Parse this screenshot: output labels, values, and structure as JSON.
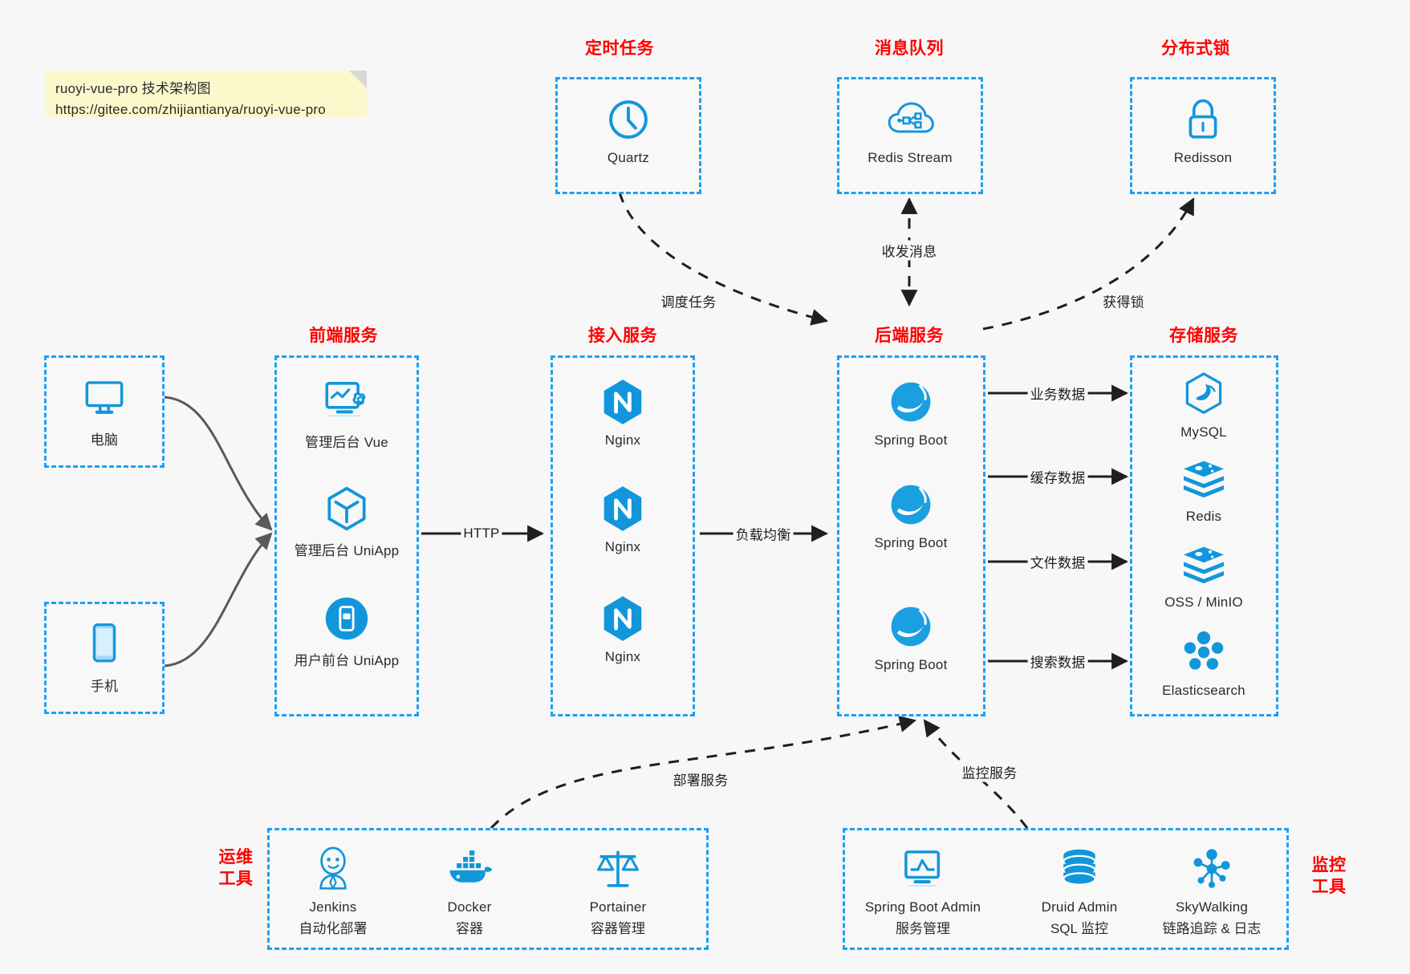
{
  "note": {
    "line1": "ruoyi-vue-pro 技术架构图",
    "line2": "https://gitee.com/zhijiantianya/ruoyi-vue-pro"
  },
  "colors": {
    "box_border": "#1ba1f2",
    "group_title": "#ff0000",
    "icon_blue": "#1296db",
    "edge_solid": "#1f1f1f",
    "edge_dashed": "#1f1f1f",
    "client_edge": "#555555",
    "note_bg": "#fbf8cc",
    "canvas_bg": "#f7f7f7"
  },
  "groups": {
    "scheduler": {
      "title": "定时任务"
    },
    "mq": {
      "title": "消息队列"
    },
    "lock": {
      "title": "分布式锁"
    },
    "frontend": {
      "title": "前端服务"
    },
    "gateway": {
      "title": "接入服务"
    },
    "backend": {
      "title": "后端服务"
    },
    "storage": {
      "title": "存储服务"
    },
    "devops": {
      "title_line1": "运维",
      "title_line2": "工具"
    },
    "monitor": {
      "title_line1": "监控",
      "title_line2": "工具"
    }
  },
  "clients": [
    {
      "label": "电脑",
      "icon": "desktop-monitor-icon"
    },
    {
      "label": "手机",
      "icon": "mobile-phone-icon"
    }
  ],
  "scheduler_nodes": [
    {
      "label": "Quartz",
      "icon": "clock-icon"
    }
  ],
  "mq_nodes": [
    {
      "label": "Redis Stream",
      "icon": "cloud-stream-icon"
    }
  ],
  "lock_nodes": [
    {
      "label": "Redisson",
      "icon": "padlock-icon"
    }
  ],
  "frontend_nodes": [
    {
      "label": "管理后台 Vue",
      "icon": "dashboard-gear-icon"
    },
    {
      "label": "管理后台 UniApp",
      "icon": "cube-icon"
    },
    {
      "label": "用户前台 UniApp",
      "icon": "phone-app-icon"
    }
  ],
  "gateway_nodes": [
    {
      "label": "Nginx",
      "icon": "nginx-icon"
    },
    {
      "label": "Nginx",
      "icon": "nginx-icon"
    },
    {
      "label": "Nginx",
      "icon": "nginx-icon"
    }
  ],
  "backend_nodes": [
    {
      "label": "Spring Boot",
      "icon": "spring-boot-icon"
    },
    {
      "label": "Spring Boot",
      "icon": "spring-boot-icon"
    },
    {
      "label": "Spring Boot",
      "icon": "spring-boot-icon"
    }
  ],
  "storage_nodes": [
    {
      "label": "MySQL",
      "icon": "mysql-dolphin-icon"
    },
    {
      "label": "Redis",
      "icon": "redis-stack-icon"
    },
    {
      "label": "OSS / MinIO",
      "icon": "redis-stack-icon"
    },
    {
      "label": "Elasticsearch",
      "icon": "elasticsearch-icon"
    }
  ],
  "devops_nodes": [
    {
      "label": "Jenkins",
      "sub": "自动化部署",
      "icon": "jenkins-butler-icon"
    },
    {
      "label": "Docker",
      "sub": "容器",
      "icon": "docker-whale-icon"
    },
    {
      "label": "Portainer",
      "sub": "容器管理",
      "icon": "scales-icon"
    }
  ],
  "monitor_nodes": [
    {
      "label": "Spring Boot Admin",
      "sub": "服务管理",
      "icon": "monitor-chart-icon"
    },
    {
      "label": "Druid Admin",
      "sub": "SQL 监控",
      "icon": "database-cylinder-icon"
    },
    {
      "label": "SkyWalking",
      "sub": "链路追踪 & 日志",
      "icon": "node-graph-icon"
    }
  ],
  "edges": [
    {
      "id": "http",
      "label": "HTTP"
    },
    {
      "id": "loadbalance",
      "label": "负载均衡"
    },
    {
      "id": "schedule-task",
      "label": "调度任务"
    },
    {
      "id": "mq-send-receive",
      "label": "收发消息"
    },
    {
      "id": "acquire-lock",
      "label": "获得锁"
    },
    {
      "id": "business-data",
      "label": "业务数据"
    },
    {
      "id": "cache-data",
      "label": "缓存数据"
    },
    {
      "id": "file-data",
      "label": "文件数据"
    },
    {
      "id": "search-data",
      "label": "搜索数据"
    },
    {
      "id": "deploy-service",
      "label": "部署服务"
    },
    {
      "id": "monitor-service",
      "label": "监控服务"
    }
  ]
}
